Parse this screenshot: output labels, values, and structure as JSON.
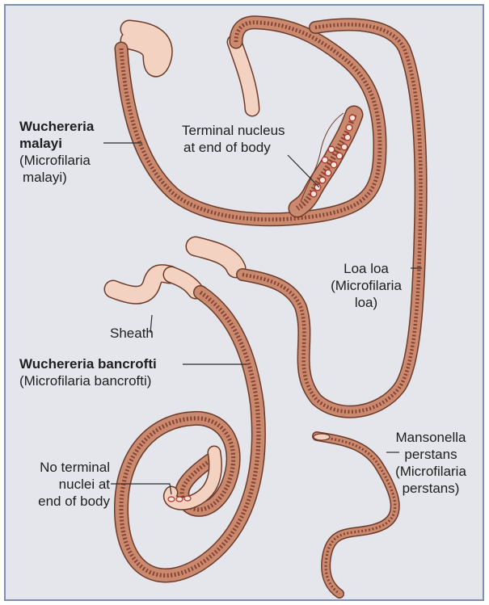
{
  "labels": {
    "wuchereria_malayi": {
      "name_line1": "Wuchereria",
      "name_line2": "malayi",
      "sub_line1": "(Microfilaria",
      "sub_line2": "malayi)"
    },
    "terminal_nucleus": {
      "line1": "Terminal nucleus",
      "line2": "at end of body"
    },
    "loa_loa": {
      "line1": "Loa loa",
      "line2": "(Microfilaria",
      "line3": "loa)"
    },
    "sheath": "Sheath",
    "wuchereria_bancrofti": {
      "name": "Wuchereria bancrofti",
      "sub": "(Microfilaria bancrofti)"
    },
    "no_terminal_nuclei": {
      "line1": "No terminal",
      "line2": "nuclei at",
      "line3": "end of body"
    },
    "mansonella_perstans": {
      "line1": "Mansonella",
      "line2": "perstans",
      "line3": "(Microfilaria",
      "line4": "perstans)"
    }
  },
  "colors": {
    "background": "#e4e6ec",
    "frame": "#7d8fb3",
    "worm_outline": "#6e3a28",
    "worm_body": "#c98a70",
    "sheath_fill": "#f3d2c2",
    "nuclei": "#8a4331",
    "terminal_nucleus_fill": "#fbe6dc",
    "terminal_nucleus_ring": "#b0302a",
    "leader_line": "#2a2a2a"
  }
}
